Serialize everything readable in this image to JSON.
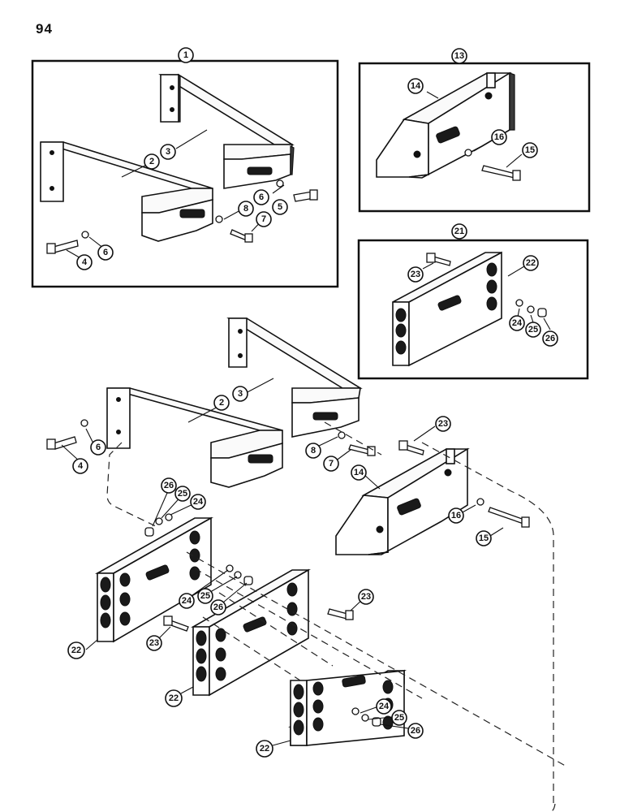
{
  "page_number": "94",
  "callouts": {
    "box1": "1",
    "box13": "13",
    "box21": "21",
    "a2": "2",
    "a3": "3",
    "a4": "4",
    "a5": "5",
    "a6": "6",
    "a6b": "6",
    "a7": "7",
    "a8": "8",
    "b14": "14",
    "b15": "15",
    "b16": "16",
    "c22": "22",
    "c23": "23",
    "c24": "24",
    "c25": "25",
    "c26": "26",
    "m2": "2",
    "m3": "3",
    "m4": "4",
    "m6": "6",
    "m7": "7",
    "m8": "8",
    "m14": "14",
    "m15": "15",
    "m16": "16",
    "m23a": "23",
    "p26a": "26",
    "p25a": "25",
    "p24a": "24",
    "p22a": "22",
    "p24b": "24",
    "p25b": "25",
    "p26b": "26",
    "p23b": "23",
    "p23c": "23",
    "p22b": "22",
    "p22c": "22",
    "p24c": "24",
    "p25c": "25",
    "p26c": "26"
  }
}
